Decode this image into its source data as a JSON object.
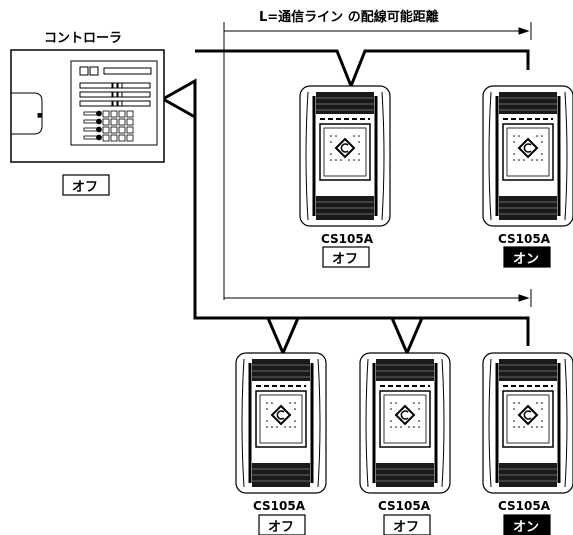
{
  "controller": {
    "title": "コントローラ",
    "state": "オフ"
  },
  "wiring": {
    "distance_label": "L=通信ライン の配線可能距離"
  },
  "units": [
    {
      "model": "CS105A",
      "state": "オフ",
      "on": false
    },
    {
      "model": "CS105A",
      "state": "オン",
      "on": true
    },
    {
      "model": "CS105A",
      "state": "オフ",
      "on": false
    },
    {
      "model": "CS105A",
      "state": "オフ",
      "on": false
    },
    {
      "model": "CS105A",
      "state": "オン",
      "on": true
    }
  ],
  "colors": {
    "line": "#000000",
    "panel": "#ffffff",
    "on_badge": "#000000"
  }
}
